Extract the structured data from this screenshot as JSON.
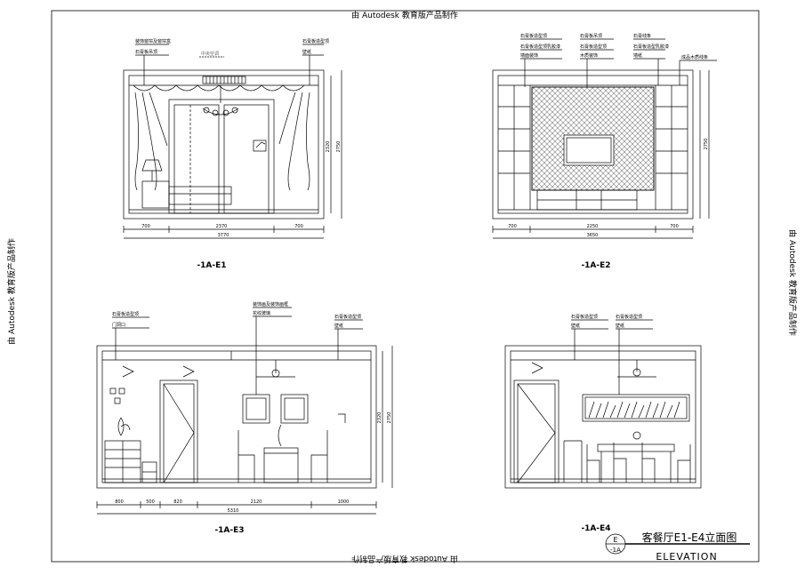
{
  "watermark": {
    "text": "由 Autodesk 教育版产品制作"
  },
  "views": {
    "e1": {
      "label": "-1A-E1",
      "notes": {
        "n1": "装饰窗帘及窗帘盒",
        "n2": "石膏板吊顶",
        "n3": "石膏板造型顶",
        "n4": "壁纸",
        "n5": "中央空调"
      },
      "dims": {
        "d1": "700",
        "d2": "2370",
        "d3": "700",
        "total": "3770",
        "h1": "2320",
        "h2": "2750"
      }
    },
    "e2": {
      "label": "-1A-E2",
      "notes": {
        "n1": "石膏板造型顶",
        "n2": "石膏板造型顶乳胶漆",
        "n3": "墙面装饰",
        "n4": "石膏板吊顶",
        "n5": "石膏板造型顶",
        "n6": "木质装饰",
        "n7": "石膏线条",
        "n8": "石膏板造型乳胶漆",
        "n9": "墙纸",
        "n10": "成品木质线条"
      },
      "dims": {
        "d1": "700",
        "d2": "2250",
        "d3": "700",
        "total": "3650",
        "h1": "2750"
      }
    },
    "e3": {
      "label": "-1A-E3",
      "notes": {
        "n1": "石膏板造型顶",
        "n2": "门洞口",
        "n3": "装饰画及装饰画框",
        "n4": "花纹玻璃",
        "n5": "石膏板造型顶",
        "n6": "壁纸"
      },
      "dims": {
        "d1": "800",
        "d2": "500",
        "d3": "820",
        "d4": "2120",
        "d5": "1000",
        "total": "5310",
        "h1": "2320",
        "h2": "2750"
      }
    },
    "e4": {
      "label": "-1A-E4",
      "notes": {
        "n1": "石膏板造型顶",
        "n2": "壁纸",
        "n3": "石膏板造型顶",
        "n4": "壁纸"
      }
    }
  },
  "title_block": {
    "symbol_top": "E",
    "symbol_bottom": "-1A",
    "title": "客餐厅E1-E4立面图",
    "subtitle": "ELEVATION"
  }
}
